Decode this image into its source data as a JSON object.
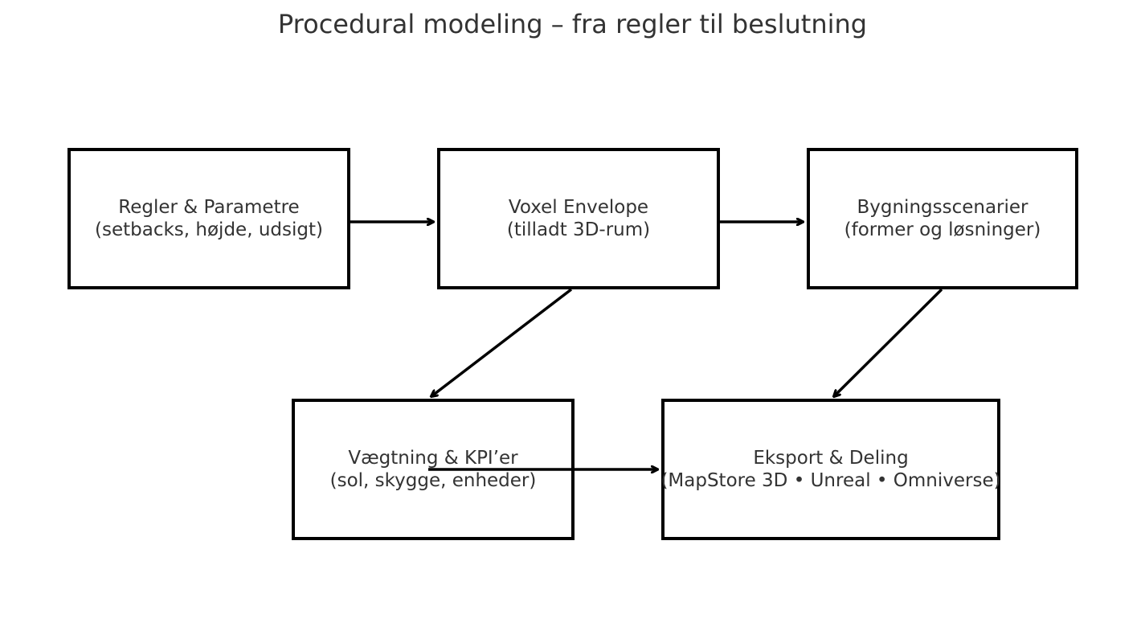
{
  "title": "Procedural modeling – fra regler til beslutning",
  "nodes": {
    "rules": {
      "line1": "Regler & Parametre",
      "line2": "(setbacks, højde, udsigt)"
    },
    "voxel": {
      "line1": "Voxel Envelope",
      "line2": "(tilladt 3D-rum)"
    },
    "scenarios": {
      "line1": "Bygningsscenarier",
      "line2": "(former og løsninger)"
    },
    "weighting": {
      "line1": "Vægtning & KPI’er",
      "line2": "(sol, skygge, enheder)"
    },
    "export": {
      "line1": "Eksport & Deling",
      "line2": "(MapStore 3D • Unreal • Omniverse)"
    }
  },
  "edges": [
    {
      "from": "rules",
      "to": "voxel"
    },
    {
      "from": "voxel",
      "to": "scenarios"
    },
    {
      "from": "voxel",
      "to": "weighting"
    },
    {
      "from": "scenarios",
      "to": "export"
    },
    {
      "from": "weighting",
      "to": "export"
    }
  ],
  "colors": {
    "border": "#000000",
    "text": "#333333",
    "background": "#ffffff"
  }
}
